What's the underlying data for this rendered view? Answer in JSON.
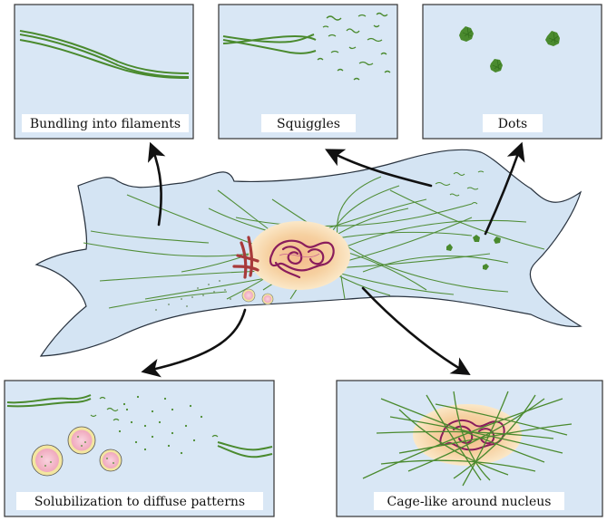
{
  "panels": {
    "bundling": {
      "label": "Bundling into filaments"
    },
    "squiggles": {
      "label": "Squiggles"
    },
    "dots": {
      "label": "Dots"
    },
    "solubilization": {
      "label": "Solubilization to diffuse patterns"
    },
    "cage": {
      "label": "Cage-like around nucleus"
    }
  },
  "colors": {
    "panel_fill": "#d9e7f5",
    "panel_border": "#333333",
    "cell_fill": "#d4e4f3",
    "cell_stroke": "#2a3440",
    "filament": "#4a8a2e",
    "nucleus_halo": "#f6d7a8",
    "nucleus_core": "#f3b98a",
    "chromatin": "#8a1d5c",
    "golgi": "#a83a3a",
    "vesicle_fill": "#f4b7c7",
    "vesicle_ring": "#f3e6a0",
    "arrow": "#111111"
  }
}
